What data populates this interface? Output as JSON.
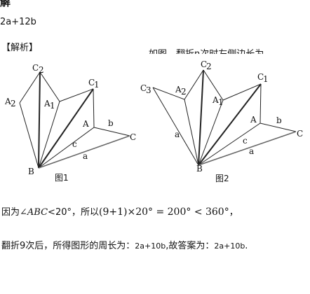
{
  "header": {
    "title": "解",
    "answer": "2a+12b"
  },
  "section": {
    "label": "【解析】",
    "overflow_text": "如图，翻折n次时左侧边长为"
  },
  "figure1": {
    "caption": "图1",
    "labels": {
      "C2": "C",
      "C2_sub": "2",
      "A2": "A",
      "A2_sub": "2",
      "A1": "A",
      "A1_sub": "1",
      "C1": "C",
      "C1_sub": "1",
      "A": "A",
      "C": "C",
      "B": "B",
      "a": "a",
      "b": "b",
      "c": "c"
    }
  },
  "figure2": {
    "caption": "图2",
    "labels": {
      "C3": "C",
      "C3_sub": "3",
      "A2": "A",
      "A2_sub": "2",
      "C2": "C",
      "C2_sub": "2",
      "A1": "A",
      "A1_sub": "1",
      "C1": "C",
      "C1_sub": "1",
      "A": "A",
      "C": "C",
      "B": "B",
      "a_left": "a",
      "a": "a",
      "b": "b",
      "c": "c"
    }
  },
  "solution": {
    "line1_prefix": "因为",
    "line1_angle": "∠ABC",
    "line1_lt": "<20°",
    "line1_mid": "，所以",
    "line1_formula": "(9+1)×20° = 200° < 360°",
    "line1_end": "，",
    "line2_prefix": "翻折9次后，所得图形的周长为：",
    "line2_value": "2a+10b",
    "line2_mid": ",故答案为：",
    "line2_answer": "2a+10b",
    "line2_end": "."
  }
}
